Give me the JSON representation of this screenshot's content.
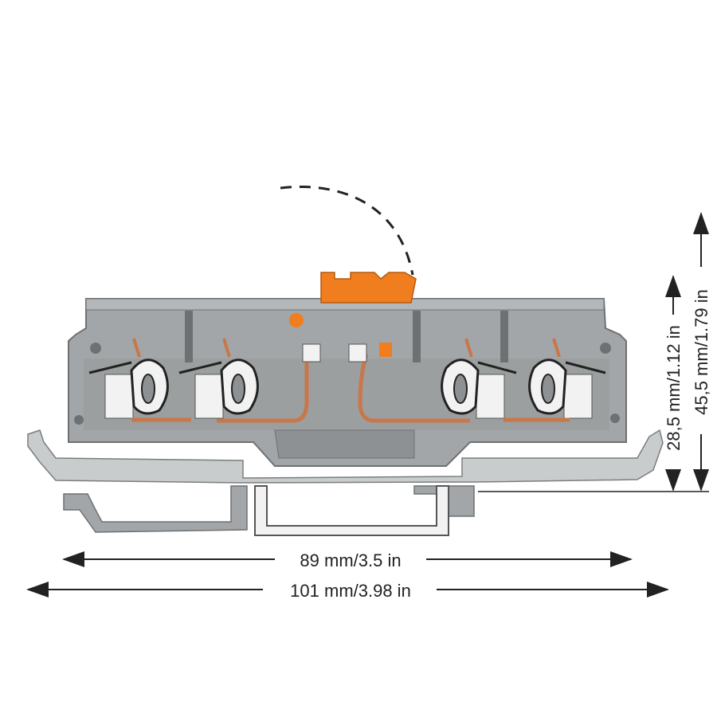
{
  "dimensions": {
    "width_inner": "89 mm/3.5 in",
    "width_outer": "101 mm/3.98 in",
    "height_inner": "28,5 mm/1.12 in",
    "height_outer": "45,5 mm/1.79 in"
  },
  "colors": {
    "housing": "#a3a6a8",
    "housing_dark": "#6e7173",
    "rail": "#c9cccd",
    "lever": "#f07d1e",
    "copper": "#c8774a",
    "spring_white": "#f2f2f2",
    "line": "#222222"
  },
  "icons": {
    "lever": "disconnect-lever",
    "clamp": "cage-clamp-spring"
  }
}
